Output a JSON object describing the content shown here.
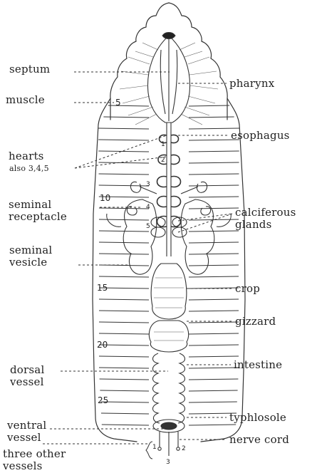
{
  "left_labels": {
    "septum": "septum",
    "muscle": "muscle",
    "hearts": "hearts",
    "hearts_note": "also 3,4,5",
    "seminal_receptacle_1": "seminal",
    "seminal_receptacle_2": "receptacle",
    "seminal_vesicle_1": "seminal",
    "seminal_vesicle_2": "vesicle",
    "dorsal_vessel_1": "dorsal",
    "dorsal_vessel_2": "vessel",
    "ventral_vessel_1": "ventral",
    "ventral_vessel_2": "vessel",
    "three_other_1": "three other",
    "three_other_2": "vessels"
  },
  "right_labels": {
    "pharynx": "pharynx",
    "esophagus": "esophagus",
    "calciferous_1": "calciferous",
    "calciferous_2": "glands",
    "crop": "crop",
    "gizzard": "gizzard",
    "intestine": "intestine",
    "typhlosole": "typhlosole",
    "nerve_cord": "nerve cord"
  },
  "segment_numbers": {
    "s5": "5",
    "s10": "10",
    "s15": "15",
    "s20": "20",
    "s25": "25"
  },
  "heart_numbers": {
    "h1": "1",
    "h2": "2",
    "h3": "3",
    "h4": "4",
    "h5": "5"
  },
  "vessel_numbers": {
    "v1": "1",
    "v2": "2",
    "v3": "3"
  }
}
